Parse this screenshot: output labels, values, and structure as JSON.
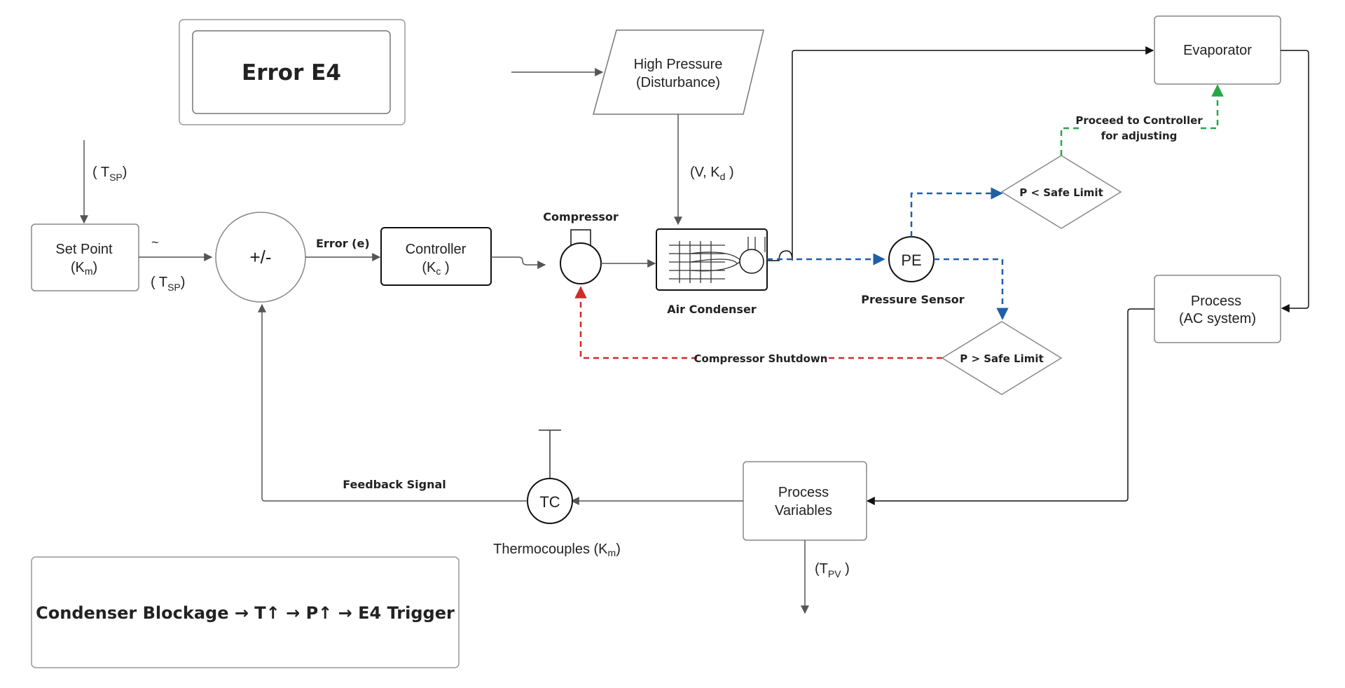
{
  "error_banner": {
    "text": "Error E4"
  },
  "summary_box": {
    "text": "Condenser Blockage → T↑ → P↑ → E4 Trigger"
  },
  "disturbance": {
    "line1": "High Pressure",
    "line2": "(Disturbance)"
  },
  "set_point": {
    "line1": "Set Point",
    "line2_main": "(K",
    "line2_sub": "m",
    "line2_end": ")"
  },
  "setpoint_input": {
    "open": "( T",
    "sub": "SP",
    "close": ")"
  },
  "setpoint_output": {
    "open": "( ",
    "tilde": "~",
    "t": "T",
    "sub": "SP",
    "close": ")"
  },
  "summer": {
    "text": "+/-"
  },
  "error_label": {
    "text": "Error (e)"
  },
  "controller": {
    "line1": "Controller",
    "line2_main": "(K",
    "line2_sub": "c",
    "line2_end": " )"
  },
  "compressor": {
    "label": "Compressor"
  },
  "air_condenser": {
    "label": "Air Condenser"
  },
  "disturbance_gain": {
    "open": "(V, K",
    "sub": "d",
    "close": " )"
  },
  "pressure_element": {
    "symbol": "PE",
    "label": "Pressure Sensor"
  },
  "decision_low": {
    "text": "P < Safe Limit"
  },
  "decision_high": {
    "text": "P > Safe Limit"
  },
  "proceed_label": {
    "line1": "Proceed to Controller",
    "line2": "for adjusting"
  },
  "shutdown_label": {
    "text": "Compressor Shutdown"
  },
  "evaporator": {
    "text": "Evaporator"
  },
  "process": {
    "line1": "Process",
    "line2": "(AC system)"
  },
  "process_variables": {
    "line1": "Process",
    "line2": "Variables"
  },
  "pv_output": {
    "open": "(T",
    "sub": "PV",
    "close": " )"
  },
  "thermocouple": {
    "symbol": "TC",
    "label_main": "Thermocouples (K",
    "label_sub": "m",
    "label_end": ")"
  },
  "feedback_label": {
    "text": "Feedback Signal"
  },
  "colors": {
    "line": "#444444",
    "blue_dashed": "#1f5fa8",
    "green_dashed": "#22a845",
    "red_dashed": "#d12a2a",
    "box_stroke": "#888888"
  }
}
